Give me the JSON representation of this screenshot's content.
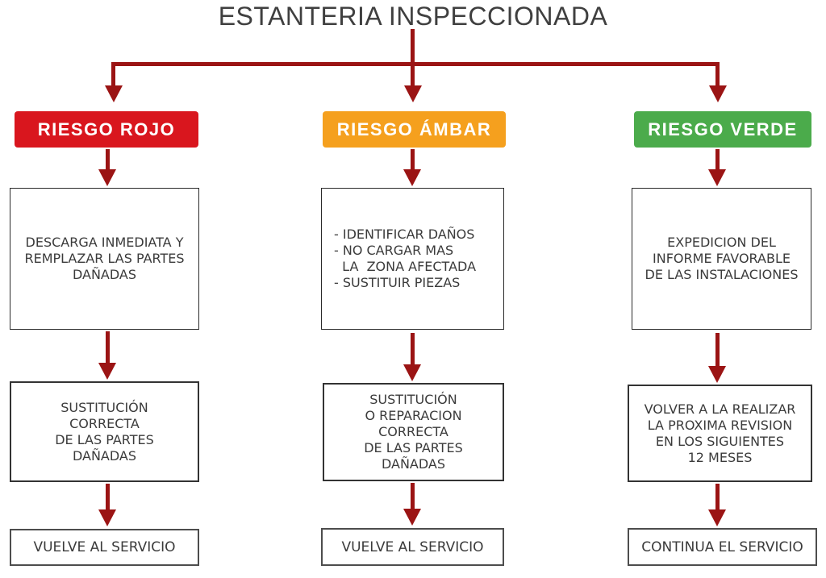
{
  "title": "ESTANTERIA INSPECCIONADA",
  "colors": {
    "risk_red": "#d9161e",
    "risk_amber": "#f5a01e",
    "risk_green": "#4bab4b",
    "connector_arrow": "#9b1414",
    "title_text": "#3f3f3f",
    "box_text": "#3b3b3b"
  },
  "columns": [
    {
      "id": "rojo",
      "header": "RIESGO ROJO",
      "header_color": "#d9161e",
      "action_lines": [
        "DESCARGA INMEDIATA Y",
        "REMPLAZAR LAS PARTES",
        "DAÑADAS"
      ],
      "result_lines": [
        "SUSTITUCIÓN",
        "CORRECTA",
        "DE LAS PARTES",
        "DAÑADAS"
      ],
      "outcome": "VUELVE AL SERVICIO"
    },
    {
      "id": "ambar",
      "header": "RIESGO ÁMBAR",
      "header_color": "#f5a01e",
      "action_lines": [
        "- IDENTIFICAR DAÑOS",
        "- NO CARGAR MAS",
        "  LA  ZONA AFECTADA",
        "- SUSTITUIR PIEZAS"
      ],
      "result_lines": [
        "SUSTITUCIÓN",
        "O REPARACION",
        "CORRECTA",
        "DE LAS PARTES",
        "DAÑADAS"
      ],
      "outcome": "VUELVE AL SERVICIO"
    },
    {
      "id": "verde",
      "header": "RIESGO VERDE",
      "header_color": "#4bab4b",
      "action_lines": [
        "EXPEDICION DEL",
        "INFORME FAVORABLE",
        "DE LAS INSTALACIONES"
      ],
      "result_lines": [
        "VOLVER A LA REALIZAR",
        "LA PROXIMA REVISION",
        "EN LOS SIGUIENTES",
        "12 MESES"
      ],
      "outcome": "CONTINUA EL SERVICIO"
    }
  ]
}
